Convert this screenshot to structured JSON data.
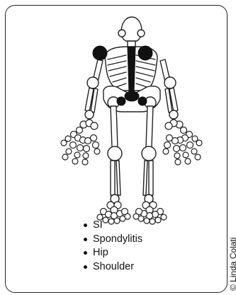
{
  "legend": {
    "items": [
      "SI",
      "Spondylitis",
      "Hip",
      "Shoulder"
    ]
  },
  "credit": "© Linda Colati",
  "colors": {
    "outline": "#222222",
    "affected_joint": "#111111",
    "background": "#ffffff"
  },
  "highlighted_joints": [
    "spine",
    "sacroiliac",
    "hip",
    "shoulder"
  ]
}
